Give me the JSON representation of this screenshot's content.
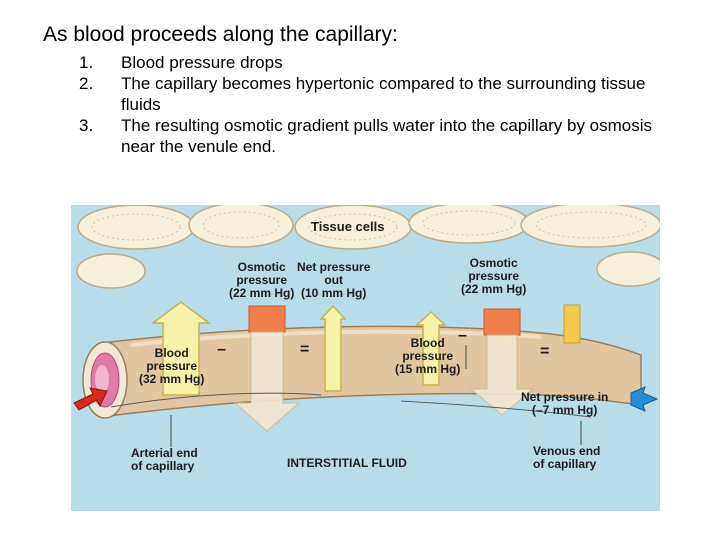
{
  "slide": {
    "heading": "As blood proceeds along the capillary:",
    "steps": [
      {
        "num": "1.",
        "text": "Blood pressure drops"
      },
      {
        "num": "2.",
        "text": "The capillary becomes hypertonic compared to the surrounding tissue fluids"
      },
      {
        "num": "3.",
        "text": "The resulting osmotic gradient pulls water into the capillary by osmosis near the venule end."
      }
    ]
  },
  "diagram": {
    "tissue_cells": "Tissue cells",
    "osmotic_left": {
      "l1": "Osmotic",
      "l2": "pressure",
      "l3": "(22 mm Hg)"
    },
    "net_out": {
      "l1": "Net pressure",
      "l2": "out",
      "l3": "(10 mm Hg)"
    },
    "osmotic_right": {
      "l1": "Osmotic",
      "l2": "pressure",
      "l3": "(22 mm Hg)"
    },
    "bp_left": {
      "l1": "Blood",
      "l2": "pressure",
      "l3": "(32 mm Hg)"
    },
    "bp_right": {
      "l1": "Blood",
      "l2": "pressure",
      "l3": "(15 mm Hg)"
    },
    "minus_sign": "–",
    "equals_sign": "=",
    "net_in": {
      "l1": "Net pressure in",
      "l2": "(–7 mm Hg)"
    },
    "arterial": {
      "l1": "Arterial end",
      "l2": "of capillary"
    },
    "venous": {
      "l1": "Venous end",
      "l2": "of capillary"
    },
    "interstitial": "INTERSTITIAL FLUID",
    "colors": {
      "background": "#b8dcea",
      "tissue_cell": "#f6efd9",
      "capillary": "#e2c6a2",
      "osmotic_block": "#f07f4c",
      "pressure_arrow": "#f7f1a9",
      "net_in_arrow": "#2a8bd6",
      "blood_arrow": "#d42a1f"
    }
  }
}
